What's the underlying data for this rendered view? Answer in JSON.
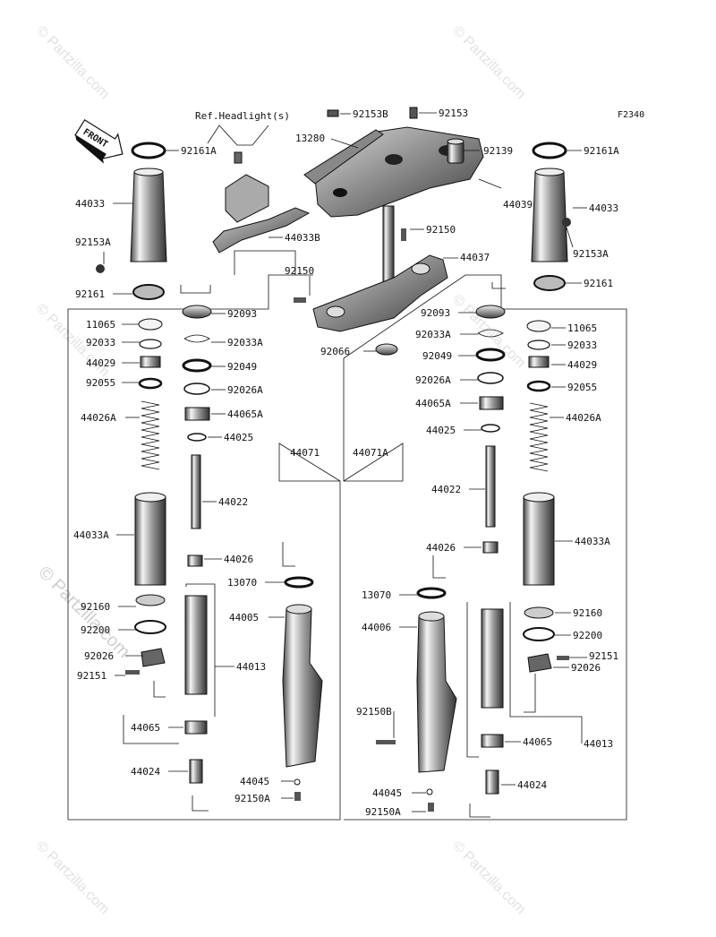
{
  "diagram_code": "F2340",
  "front_label": "FRONT",
  "ref_headlight": "Ref.Headlight(s)",
  "watermark": "© Partzilla.com",
  "parts": {
    "p92161A_l": "92161A",
    "p44033_l": "44033",
    "p92153A_l": "92153A",
    "p92161_l": "92161",
    "p92153B": "92153B",
    "p92153": "92153",
    "p13280": "13280",
    "p92139": "92139",
    "p44039": "44039",
    "p44033B": "44033B",
    "p92150_a": "92150",
    "p44037": "44037",
    "p92150_b": "92150",
    "p92066": "92066",
    "p92161A_r": "92161A",
    "p44033_r": "44033",
    "p92153A_r": "92153A",
    "p92161_r": "92161",
    "p11065_l": "11065",
    "p92033_l": "92033",
    "p44029_l": "44029",
    "p92055_l": "92055",
    "p44026A_l": "44026A",
    "p44033A_l": "44033A",
    "p92160_l": "92160",
    "p92200_l": "92200",
    "p92026_l": "92026",
    "p92151_l": "92151",
    "p44065_l": "44065",
    "p44024_l": "44024",
    "p92093_l": "92093",
    "p92033A_l": "92033A",
    "p92049_l": "92049",
    "p92026A_l": "92026A",
    "p44065A_l": "44065A",
    "p44025_l": "44025",
    "p44022_l": "44022",
    "p44026_l": "44026",
    "p13070_l": "13070",
    "p44005": "44005",
    "p44013_l": "44013",
    "p44045_l": "44045",
    "p92150A_l": "92150A",
    "p44071": "44071",
    "p44071A": "44071A",
    "p92093_r": "92093",
    "p92033A_r": "92033A",
    "p92049_r": "92049",
    "p92026A_r": "92026A",
    "p44065A_r": "44065A",
    "p44025_r": "44025",
    "p44022_r": "44022",
    "p44026_r": "44026",
    "p13070_r": "13070",
    "p44006": "44006",
    "p92150B": "92150B",
    "p44045_r": "44045",
    "p92150A_r": "92150A",
    "p11065_r": "11065",
    "p92033_r": "92033",
    "p44029_r": "44029",
    "p92055_r": "92055",
    "p44026A_r": "44026A",
    "p44033A_r": "44033A",
    "p92160_r": "92160",
    "p92200_r": "92200",
    "p92151_r": "92151",
    "p92026_r": "92026",
    "p44065_r": "44065",
    "p44013_r": "44013",
    "p44024_r": "44024"
  }
}
